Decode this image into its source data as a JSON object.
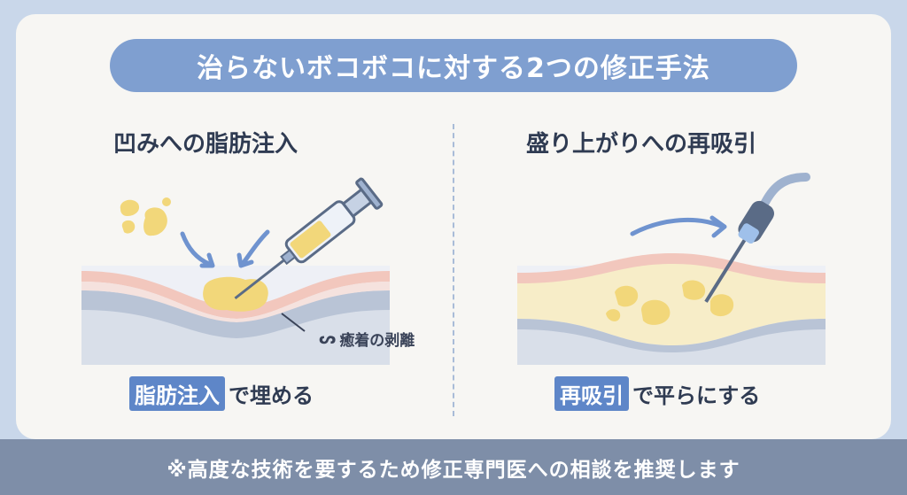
{
  "title": "治らないボコボコに対する2つの修正手法",
  "left": {
    "heading": "凹みへの脂肪注入",
    "annotation": "癒着の剥離",
    "caption_highlight": "脂肪注入",
    "caption_rest": "で埋める"
  },
  "right": {
    "heading": "盛り上がりへの再吸引",
    "caption_highlight": "再吸引",
    "caption_rest": "で平らにする"
  },
  "footer": "※高度な技術を要するため修正専門医への相談を推奨します",
  "colors": {
    "background": "#c9d7ea",
    "card": "#f7f6f3",
    "title_pill": "#7f9fd0",
    "accent_blue": "#5e86c8",
    "fat_yellow": "#f2d77a",
    "skin_pink": "#f2c7bd",
    "footer_bar": "#7e8ea8"
  },
  "icons": [
    "syringe-icon",
    "cannula-icon",
    "arrow-icon",
    "adhesion-icon"
  ]
}
